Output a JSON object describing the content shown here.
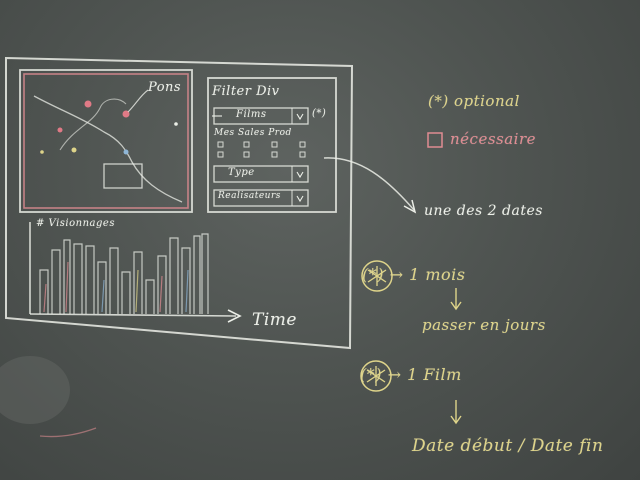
{
  "sketch": {
    "map_label": "Pons",
    "filter_title": "Filter Div",
    "films_dropdown": "Films",
    "films_marker": "(*)",
    "checkbox_header": "Mes Sales Prod",
    "type_dropdown": "Type",
    "realisateurs_dropdown": "Realisateurs",
    "histogram_label": "# Visionnages",
    "time_axis": "Time"
  },
  "notes": {
    "optional": "(*) optional",
    "required": "nécessaire",
    "dates": "une des 2 dates",
    "star_month": "(*) → 1 mois",
    "month_detail": "passer en jours",
    "star_film": "(*) → 1 Film",
    "date_range": "Date début  /  Date fin"
  },
  "colors": {
    "chalk_white": "#ecefe8",
    "chalk_yellow": "#ded48a",
    "chalk_pink": "#e08c92",
    "board": "#4f5451"
  }
}
